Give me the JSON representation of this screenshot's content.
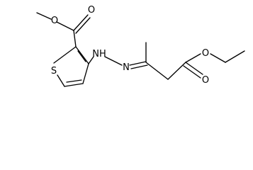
{
  "atom_labels": {
    "ester_o_ring_side": "O",
    "carbonyl_o_ring_side": "O",
    "sulfur": "S",
    "nh": "NH",
    "imine_n": "N",
    "ester_o_chain": "O",
    "carbonyl_o_chain": "O"
  },
  "colors": {
    "bond": "#000000",
    "background": "#ffffff"
  }
}
